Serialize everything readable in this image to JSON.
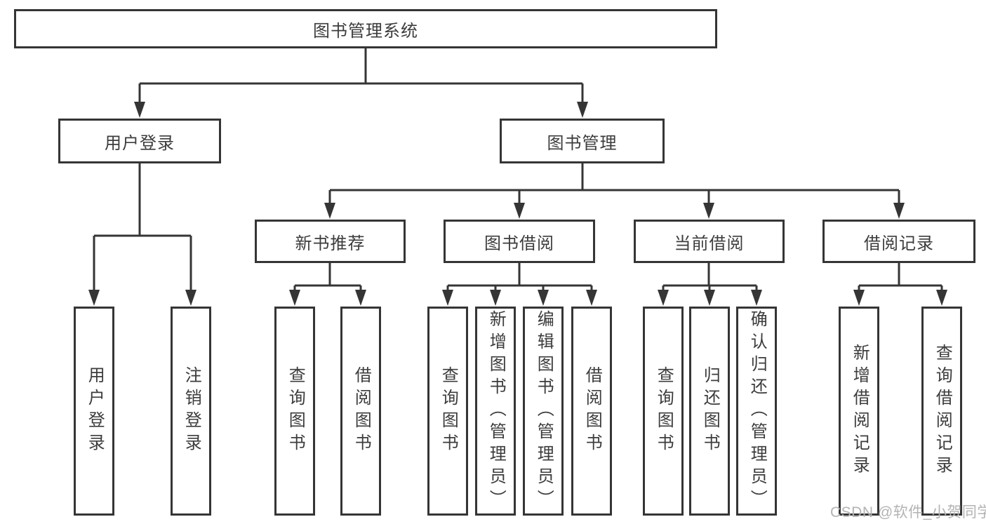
{
  "tree": {
    "root": "图书管理系统",
    "login": {
      "label": "用户登录",
      "children": [
        "用户登录",
        "注销登录"
      ]
    },
    "manage": {
      "label": "图书管理",
      "sections": [
        {
          "label": "新书推荐",
          "children": [
            "查询图书",
            "借阅图书"
          ]
        },
        {
          "label": "图书借阅",
          "children": [
            "查询图书",
            "新增图书（管理员）",
            "编辑图书（管理员）",
            "借阅图书"
          ]
        },
        {
          "label": "当前借阅",
          "children": [
            "查询图书",
            "归还图书",
            "确认归还（管理员）"
          ]
        },
        {
          "label": "借阅记录",
          "children": [
            "新增借阅记录",
            "查询借阅记录"
          ]
        }
      ]
    }
  },
  "watermark": {
    "text": "CSDN @软件_小贺同学"
  },
  "colors": {
    "line": "#353535",
    "text": "#3c3c3c",
    "watermark": "#b3b3b3",
    "background": "#ffffff"
  }
}
